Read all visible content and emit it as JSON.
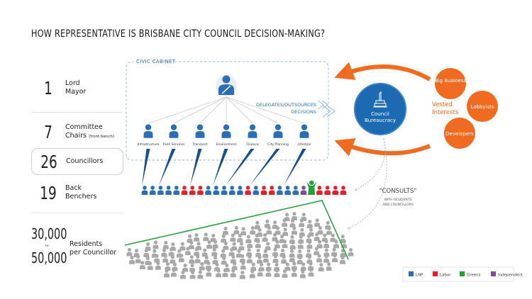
{
  "title": "HOW REPRESENTATIVE IS BRISBANE CITY COUNCIL DECISION-MAKING?",
  "rows": [
    {
      "number": "1",
      "label_line1": "Lord",
      "label_line2": "Mayor",
      "note": ""
    },
    {
      "number": "7",
      "label_line1": "Committee",
      "label_line2": "Chairs",
      "note": "(front bench)"
    },
    {
      "number": "26",
      "label_line1": "Councillors",
      "label_line2": "",
      "note": ""
    },
    {
      "number": "19",
      "label_line1": "Back",
      "label_line2": "Benchers",
      "note": ""
    }
  ],
  "residents": {
    "from": "30,000",
    "to_word": "to",
    "to": "50,000",
    "label_line1": "Residents",
    "label_line2": "per Councillor"
  },
  "civic_cabinet": "CIVIC CABINET",
  "portfolios": [
    "Infrastructure",
    "Field Services",
    "Transport",
    "Environment",
    "Finance",
    "City Planning",
    "Lifestyle"
  ],
  "delegates_line1": "DELEGATES/OUTSOURCES",
  "delegates_line2": "DECISIONS",
  "bureaucracy_line1": "Council",
  "bureaucracy_line2": "Bureaucracy",
  "vested": {
    "line1": "Vested",
    "line2": "Interests",
    "circles": [
      "Big Business",
      "Lobbyists",
      "Developers"
    ]
  },
  "consults": {
    "main": "\"CONSULTS\"",
    "sub1": "WITH RESIDENTS",
    "sub2": "AND COUNCILLORS"
  },
  "legend": [
    {
      "label": "LNP",
      "color": "#2a6fb5"
    },
    {
      "label": "Labor",
      "color": "#e0232b"
    },
    {
      "label": "Greens",
      "color": "#23a03a"
    },
    {
      "label": "Independent",
      "color": "#7b4f9d"
    }
  ],
  "colors": {
    "lnp": "#2a6fb5",
    "labor": "#e0232b",
    "greens": "#23a03a",
    "independent": "#7b4f9d",
    "orange": "#f06a20",
    "crowd": "#a8a8a8",
    "dashed": "#8fb6de"
  },
  "backbench_parties": [
    "lnp",
    "lnp",
    "lnp",
    "lnp",
    "lnp",
    "labor",
    "labor",
    "labor",
    "lnp",
    "lnp",
    "lnp",
    "lnp",
    "lnp",
    "labor",
    "lnp",
    "labor",
    "labor",
    "lnp",
    "lnp",
    "lnp",
    "independent",
    "greens",
    "labor",
    "labor",
    "labor",
    "labor"
  ]
}
